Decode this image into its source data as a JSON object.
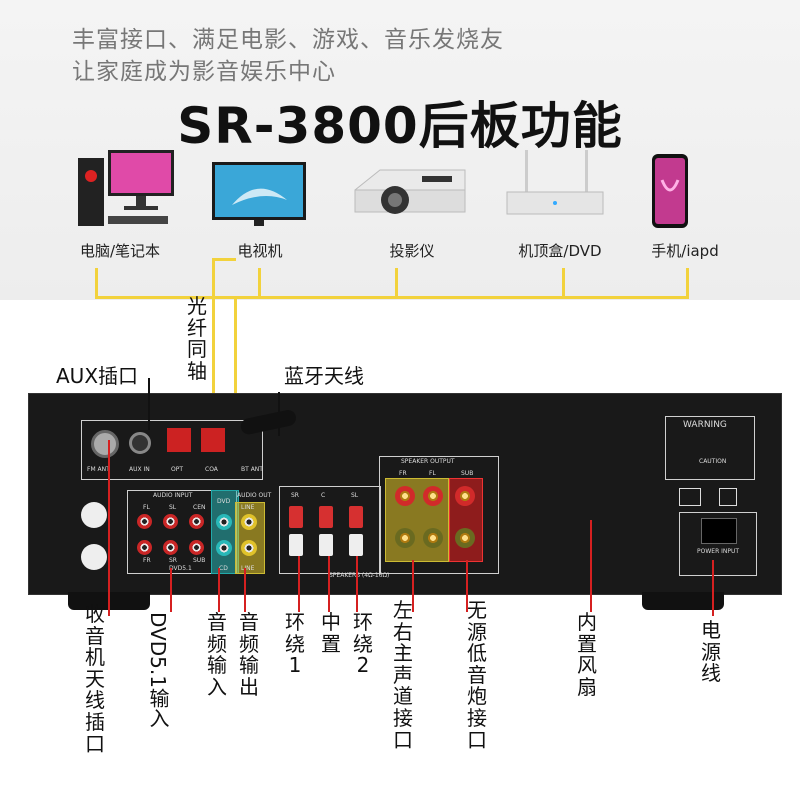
{
  "header": {
    "tagline_1": "丰富接口、满足电影、游戏、音乐发烧友",
    "tagline_2": "让家庭成为影音娱乐中心",
    "title": "SR-3800后板功能"
  },
  "devices": [
    {
      "label": "电脑/笔记本",
      "icon": "desktop-computer-icon"
    },
    {
      "label": "电视机",
      "icon": "tv-icon"
    },
    {
      "label": "投影仪",
      "icon": "projector-icon"
    },
    {
      "label": "机顶盒/DVD",
      "icon": "set-top-box-icon"
    },
    {
      "label": "手机/iapd",
      "icon": "smartphone-icon"
    }
  ],
  "callouts": {
    "aux": "AUX插口",
    "optical_coax": "光纤同轴",
    "bt_antenna": "蓝牙天线",
    "radio_antenna": "收音机天线插口",
    "dvd51": "DVD5.1输入",
    "audio_in": "音频输入",
    "audio_out": "音频输出",
    "surround1": "环绕1",
    "center": "中置",
    "surround2": "环绕2",
    "main_lr": "左右主声道接口",
    "subwoofer": "无源低音炮接口",
    "fan": "内置风扇",
    "power": "电源线"
  },
  "panel": {
    "io_labels": [
      "FM ANT",
      "AUX IN",
      "OPT",
      "COA",
      "BT ANT"
    ],
    "audio_input": "AUDIO INPUT",
    "audio_input_cols": [
      "FL",
      "SL",
      "CEN"
    ],
    "audio_input_row2": [
      "FR",
      "SR",
      "SUB"
    ],
    "dvd_label": "DVD5.1",
    "audio_out": "AUDIO OUT",
    "line": "LINE",
    "cd": "CD",
    "dvd": "DVD",
    "speaker_output": "SPEAKER OUTPUT",
    "spk_cols": [
      "FR",
      "FL",
      "SUB"
    ],
    "spk_small": [
      "SR",
      "C",
      "SL"
    ],
    "speakers": "SPEAKERS (4Ω-16Ω)",
    "warning": "WARNING",
    "caution": "CAUTION",
    "power_input": "POWER INPUT"
  },
  "colors": {
    "accent_line": "#f2d23c",
    "callout_line": "#d52020",
    "panel": "#191919"
  }
}
